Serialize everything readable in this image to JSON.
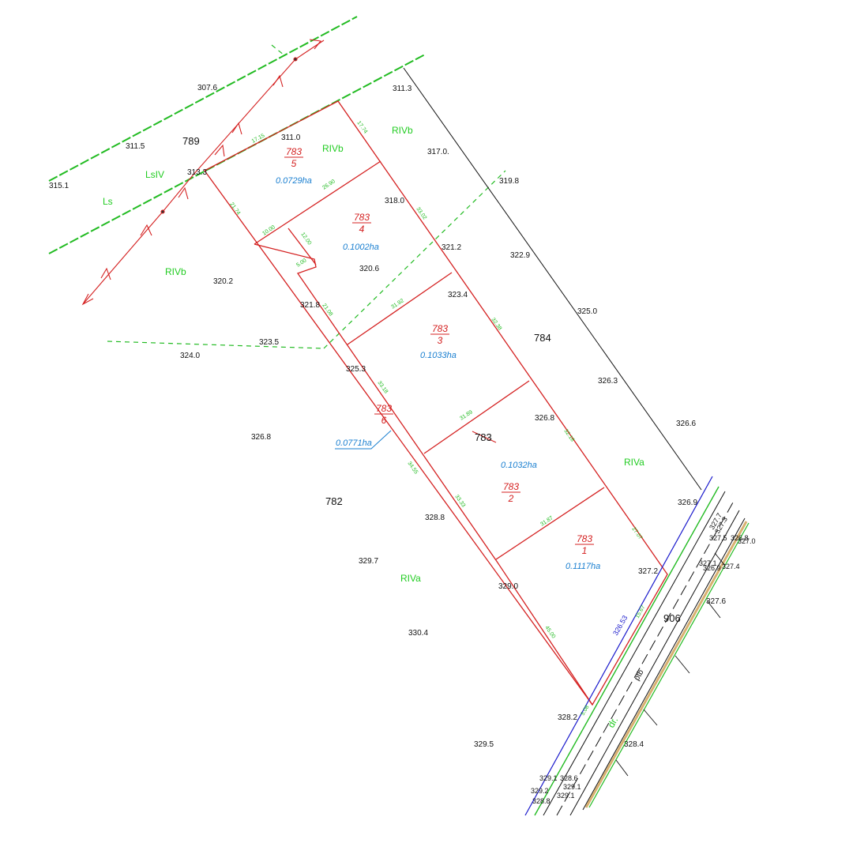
{
  "colors": {
    "parcel_line": "#d42020",
    "green_line": "#22bb22",
    "black_line": "#111111",
    "blue_line": "#1a1acc",
    "area_text": "#1a7fd0",
    "road_tan": "#d8b070"
  },
  "parcels": {
    "p5": {
      "num": "783",
      "den": "5",
      "area": "0.0729ha"
    },
    "p4": {
      "num": "783",
      "den": "4",
      "area": "0.1002ha"
    },
    "p3": {
      "num": "783",
      "den": "3",
      "area": "0.1033ha"
    },
    "p2": {
      "num": "783",
      "den": "2",
      "area": "0.1032ha"
    },
    "p1": {
      "num": "783",
      "den": "1",
      "area": "0.1117ha"
    },
    "p6": {
      "num": "783",
      "den": "6",
      "area": "0.0771ha"
    }
  },
  "plots": {
    "p789": "789",
    "p784": "784",
    "p782": "782",
    "p783": "783",
    "p906": "906"
  },
  "land_use": {
    "ls": "Ls",
    "lsiv": "LsIV",
    "rivb_west": "RIVb",
    "rivb_p5": "RIVb",
    "rivb_north": "RIVb",
    "riva_east": "RIVa",
    "riva_south": "RIVa",
    "road_ptb": "ptb",
    "road_dr": "dr."
  },
  "elevations": {
    "e307_6": "307.6",
    "e311_5": "311.5",
    "e315_1": "315.1",
    "e313_3": "313.3",
    "e311_0": "311.0",
    "e311_3": "311.3",
    "e317_0": "317.0.",
    "e319_8": "319.8",
    "e318_0": "318.0",
    "e321_2": "321.2",
    "e322_9": "322.9",
    "e320_6": "320.6",
    "e320_2": "320.2",
    "e321_8": "321.8",
    "e323_4": "323.4",
    "e325_0": "325.0",
    "e323_5": "323.5",
    "e324_0": "324.0",
    "e325_3": "325.3",
    "e326_3": "326.3",
    "e326_8a": "326.8",
    "e326_6": "326.6",
    "e326_8b": "326.8",
    "e326_9": "326.9",
    "e328_8": "328.8",
    "e329_7": "329.7",
    "e329_0": "329.0",
    "e327_2": "327.2",
    "e330_4": "330.4",
    "e327_6": "327.6",
    "e328_2": "328.2",
    "e329_5": "329.5",
    "e328_4": "328.4",
    "e329_1a": "329.1",
    "e328_6": "328.6",
    "e329_1b": "329.1",
    "e329_2": "329.2",
    "e329_1c": "329.1",
    "e328_8b": "328.8",
    "e327_7": "327.7",
    "e327_5": "327.5",
    "e327_3": "327.3",
    "e326_8c": "326.8",
    "e327_0": "327.0",
    "e327_1": "327.1",
    "e326_9b": "326.9",
    "e327_4": "327.4",
    "e326_53": "326.53"
  },
  "dimensions": {
    "d17_15": "17.15",
    "d17_74": "17.74",
    "d21_74": "21.74",
    "d26_90": "26.90",
    "d33_02": "33.02",
    "d10_00": "10.00",
    "d12_00": "12.00",
    "d5_00": "5.00",
    "d21_08": "21.08",
    "d31_92": "31.92",
    "d32_38": "32.38",
    "d31_89": "31.89",
    "d33_18": "33.18",
    "d32_18": "32.18",
    "d31_87": "31.87",
    "d27_07": "27.07",
    "d45_00": "45.00",
    "d33_33": "33.33",
    "d34_55": "34.55",
    "d5_08": "5.08",
    "d15_67": "15.67"
  }
}
